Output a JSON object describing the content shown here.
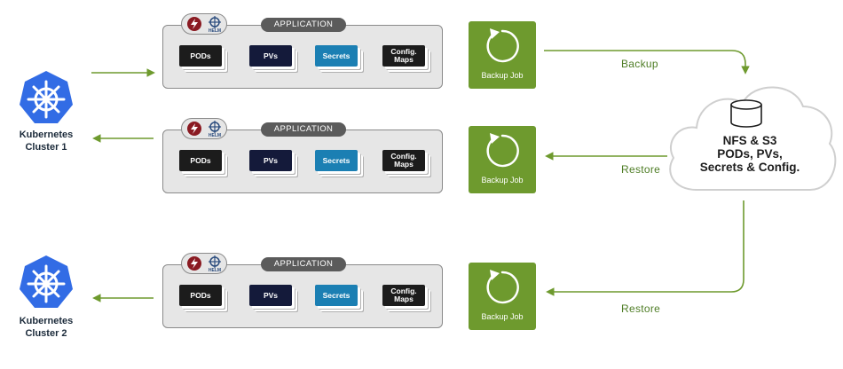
{
  "clusters": [
    {
      "label_line1": "Kubernetes",
      "label_line2": "Cluster 1"
    },
    {
      "label_line1": "Kubernetes",
      "label_line2": "Cluster 2"
    }
  ],
  "application": {
    "title": "APPLICATION",
    "resources": {
      "pods": "PODs",
      "pvs": "PVs",
      "secrets": "Secrets",
      "config_line1": "Config.",
      "config_line2": "Maps"
    }
  },
  "jobs": [
    {
      "label": "Backup Job"
    },
    {
      "label": "Backup Job"
    },
    {
      "label": "Backup Job"
    }
  ],
  "flows": {
    "backup": "Backup",
    "restore_1": "Restore",
    "restore_2": "Restore"
  },
  "storage": {
    "line1": "NFS & S3",
    "line2": "PODs, PVs,",
    "line3": "Secrets & Config."
  },
  "colors": {
    "arrow_green": "#6e9a2e",
    "job_green": "#6e9a2e",
    "k8s_blue": "#326ce5",
    "secrets_blue": "#1b7fb3"
  },
  "icons": {
    "cluster": "kubernetes-helm-wheel-icon",
    "job": "circular-refresh-arrow-icon",
    "badge": [
      "bolt-icon",
      "helm-icon"
    ],
    "storage": "database-cylinder-icon"
  }
}
